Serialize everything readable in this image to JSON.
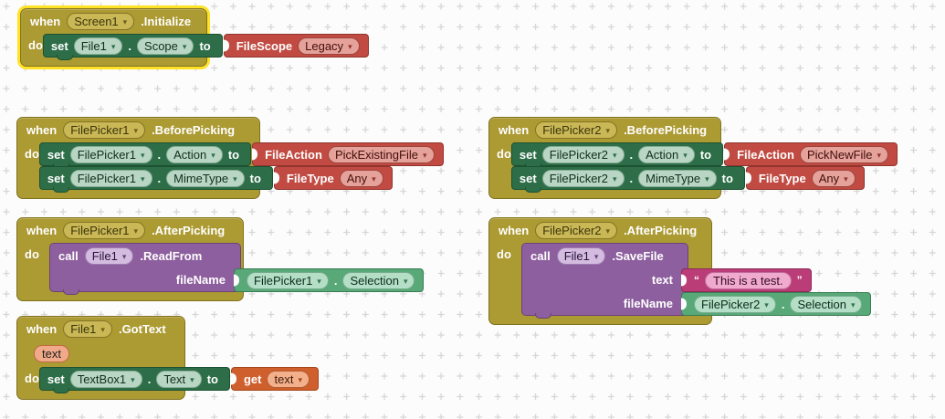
{
  "icons": {
    "dropdown_arrow": "▾"
  },
  "kw": {
    "when": "when",
    "do": "do",
    "set": "set",
    "to": "to",
    "call": "call",
    "get": "get",
    "dot": "."
  },
  "punct": {
    "open_quote": "“",
    "close_quote": "”"
  },
  "colors": {
    "event_block": "#AC9A33",
    "setter_block": "#2D6E48",
    "caller_block": "#8D5F9E",
    "enum_block": "#C14B42",
    "text_block": "#BA3D77",
    "getter_block": "#58A878",
    "variable_block": "#D05F2E",
    "selection_outline": "#FFE226",
    "grid_mark": "#d6d6d6"
  },
  "groups": {
    "g1": {
      "component": "Screen1",
      "event": ".Initialize",
      "selected": true,
      "sets": [
        {
          "component": "File1",
          "property": "Scope",
          "value_label": "FileScope",
          "value_option": "Legacy"
        }
      ]
    },
    "g2": {
      "component": "FilePicker1",
      "event": ".BeforePicking",
      "sets": [
        {
          "component": "FilePicker1",
          "property": "Action",
          "value_label": "FileAction",
          "value_option": "PickExistingFile"
        },
        {
          "component": "FilePicker1",
          "property": "MimeType",
          "value_label": "FileType",
          "value_option": "Any"
        }
      ]
    },
    "g3": {
      "component": "FilePicker2",
      "event": ".BeforePicking",
      "sets": [
        {
          "component": "FilePicker2",
          "property": "Action",
          "value_label": "FileAction",
          "value_option": "PickNewFile"
        },
        {
          "component": "FilePicker2",
          "property": "MimeType",
          "value_label": "FileType",
          "value_option": "Any"
        }
      ]
    },
    "g4": {
      "component": "FilePicker1",
      "event": ".AfterPicking",
      "call": {
        "component": "File1",
        "method": ".ReadFrom",
        "args": [
          {
            "label": "fileName",
            "value": {
              "kind": "getter",
              "component": "FilePicker1",
              "property": "Selection"
            }
          }
        ]
      }
    },
    "g5": {
      "component": "FilePicker2",
      "event": ".AfterPicking",
      "call": {
        "component": "File1",
        "method": ".SaveFile",
        "args": [
          {
            "label": "text",
            "value": {
              "kind": "string",
              "text": "This is a test."
            }
          },
          {
            "label": "fileName",
            "value": {
              "kind": "getter",
              "component": "FilePicker2",
              "property": "Selection"
            }
          }
        ]
      }
    },
    "g6": {
      "component": "File1",
      "event": ".GotText",
      "params": [
        "text"
      ],
      "sets": [
        {
          "component": "TextBox1",
          "property": "Text",
          "value_var": "text"
        }
      ]
    }
  }
}
